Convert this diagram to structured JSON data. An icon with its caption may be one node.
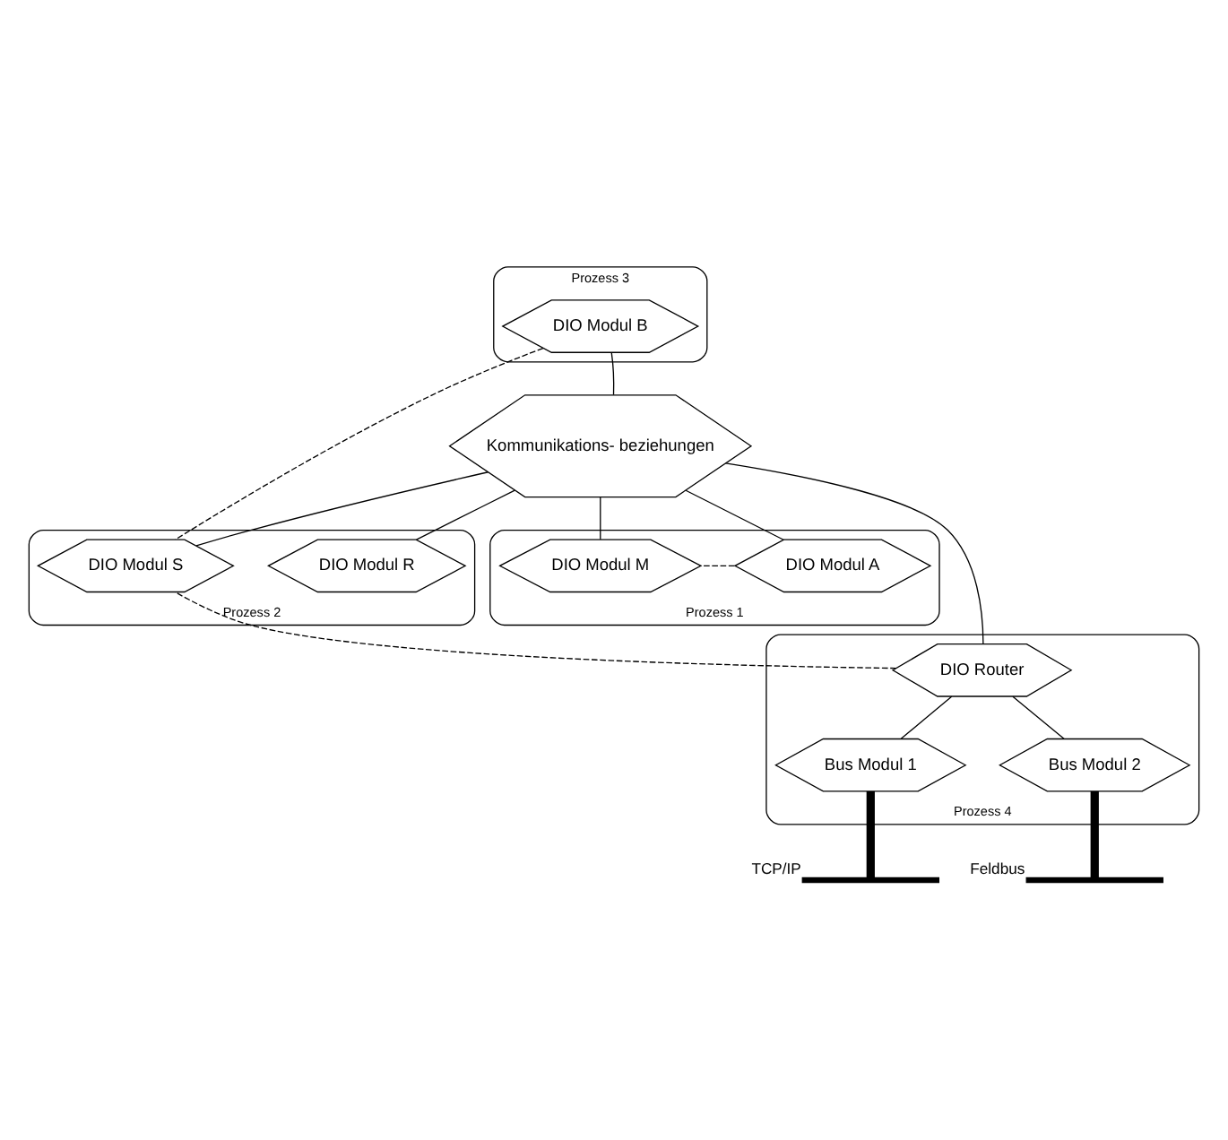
{
  "diagram": {
    "nodes": [
      {
        "text": [
          "Prozess 3"
        ]
      },
      {
        "text": [
          "DIO Modul B"
        ],
        "in": 0
      },
      {
        "text": [
          "Prozess 1"
        ]
      },
      {
        "text": [
          "DIO Modul A"
        ],
        "in": 2
      },
      {
        "text": [
          "DIO Modul M"
        ],
        "in": 2
      },
      {
        "text": [
          "Prozess 2"
        ]
      },
      {
        "text": [
          "DIO Modul R"
        ],
        "in": 5
      },
      {
        "text": [
          "DIO Modul S"
        ],
        "in": 5
      },
      {
        "text": [
          "Kommunikations- beziehungen"
        ]
      },
      {
        "text": [
          "Prozess 4"
        ]
      },
      {
        "text": [
          "DIO Router"
        ],
        "in": 9
      },
      {
        "text": [
          "Bus Modul 1"
        ],
        "in": 9
      },
      {
        "text": [
          "Bus Modul 2"
        ],
        "in": 9
      },
      {
        "text": [],
        "shape": "bar",
        "beside": [
          "TCP/IP"
        ]
      },
      {
        "text": [],
        "shape": "bar",
        "beside": [
          "Feldbus"
        ]
      }
    ],
    "edges": [
      {
        "from": 8,
        "to": 1,
        "arrow": "none"
      },
      {
        "from": 8,
        "to": 3,
        "arrow": "none"
      },
      {
        "from": 8,
        "to": 6,
        "arrow": "none"
      },
      {
        "from": 8,
        "to": 4,
        "arrow": "none"
      },
      {
        "from": 8,
        "to": 7,
        "arrow": "none"
      },
      {
        "from": 8,
        "to": 10,
        "arrow": "none"
      },
      {
        "from": 3,
        "to": 4,
        "arrow": "none",
        "style": "dashed"
      },
      {
        "from": 1,
        "to": 7,
        "arrow": "none",
        "style": "dashed"
      },
      {
        "from": 10,
        "to": 7,
        "arrow": "none",
        "style": "dashed"
      },
      {
        "from": 10,
        "to": 11,
        "arrow": "none"
      },
      {
        "from": 10,
        "to": 12,
        "arrow": "none"
      },
      {
        "from": 11,
        "to": 13,
        "arrow": "none",
        "style": "thick"
      },
      {
        "from": 12,
        "to": 14,
        "arrow": "none",
        "style": "thick"
      }
    ]
  }
}
